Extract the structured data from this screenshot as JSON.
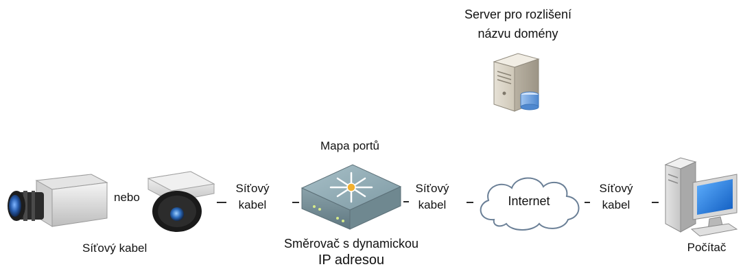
{
  "server": {
    "label_line1": "Server pro rozlišení",
    "label_line2": "názvu domény"
  },
  "router": {
    "top_label": "Mapa portů",
    "bottom_line1": "Směrovač s dynamickou",
    "bottom_line2": "IP adresou"
  },
  "cameras": {
    "or_label": "nebo",
    "bottom_label": "Síťový kabel"
  },
  "cables": [
    {
      "line1": "Síťový",
      "line2": "kabel"
    },
    {
      "line1": "Síťový",
      "line2": "kabel"
    },
    {
      "line1": "Síťový",
      "line2": "kabel"
    }
  ],
  "cloud": {
    "label": "Internet"
  },
  "computer": {
    "label": "Počítač"
  }
}
